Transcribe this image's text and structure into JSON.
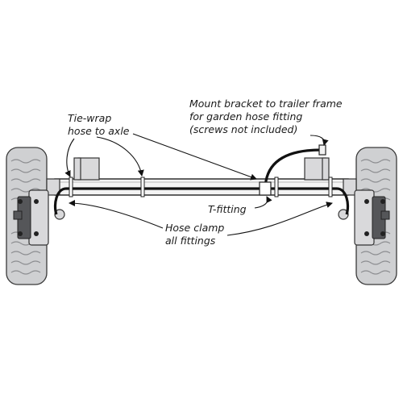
{
  "labels": {
    "tie_wrap_line1": "Tie-wrap",
    "tie_wrap_line2": "hose to axle",
    "mount_line1": "Mount bracket to trailer frame",
    "mount_line2": "for garden hose fitting",
    "mount_line3": "(screws not included)",
    "t_fitting": "T-fitting",
    "hose_clamp_line1": "Hose clamp",
    "hose_clamp_line2": "all fittings"
  },
  "colors": {
    "outline": "#222222",
    "tire": "#cfd0d2",
    "hose": "#111111"
  }
}
